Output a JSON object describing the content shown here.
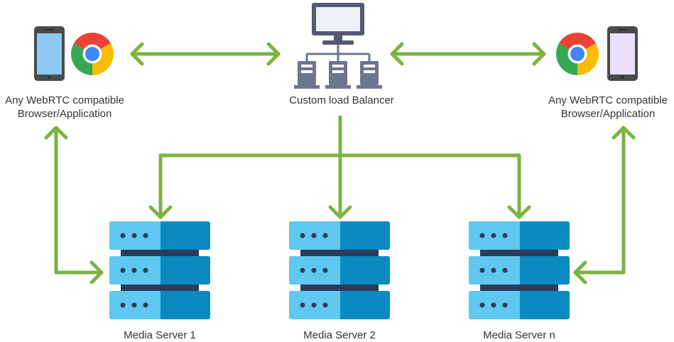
{
  "colors": {
    "arrow": "#7cb342",
    "server_light": "#5ec8ef",
    "server_dark": "#0b8ac2",
    "server_gap": "#2d3a5a",
    "phone_body": "#4a4a4a",
    "left_screen": "#8ec9f5",
    "right_screen": "#ece0fb",
    "monitor_body": "#545a72",
    "monitor_screen": "#eef1fa",
    "rack": "#6d7690"
  },
  "nodes": {
    "left_client": {
      "line1": "Any WebRTC compatible",
      "line2": "Browser/Application",
      "icons": [
        "smartphone-icon",
        "chrome-icon"
      ]
    },
    "right_client": {
      "line1": "Any WebRTC compatible",
      "line2": "Browser/Application",
      "icons": [
        "chrome-icon",
        "smartphone-icon"
      ]
    },
    "balancer": {
      "label": "Custom load Balancer",
      "icons": [
        "monitor-icon",
        "server-rack-icon"
      ]
    },
    "servers": [
      {
        "label": "Media Server 1"
      },
      {
        "label": "Media Server 2"
      },
      {
        "label": "Media Server n"
      }
    ]
  }
}
